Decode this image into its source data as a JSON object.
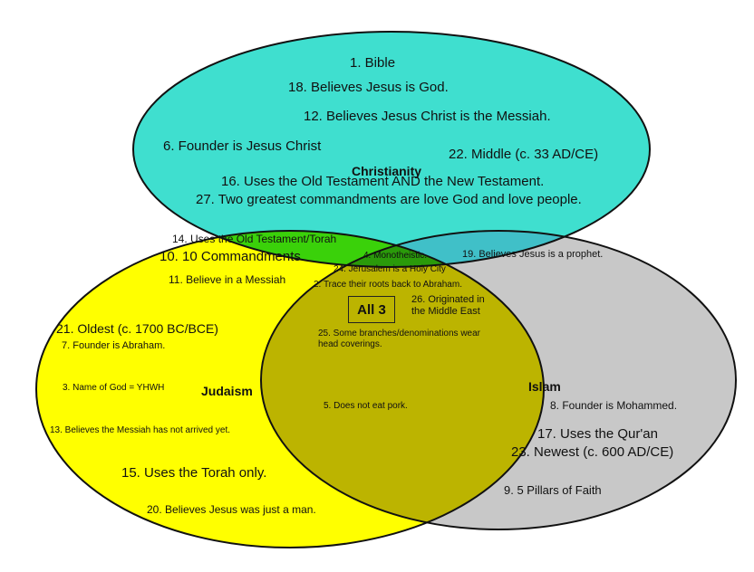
{
  "colors": {
    "christianity": "#3fdfcf",
    "judaism": "#ffff00",
    "islam": "#c8c8c8",
    "christianity_judaism": "#3ad10a",
    "judaism_islam": "#bcb400",
    "christianity_islam": "#40c0c8",
    "all_three": "#2a9a0a",
    "outline": "#111111"
  },
  "circle_titles": {
    "christianity": "Christianity",
    "judaism": "Judaism",
    "islam": "Islam"
  },
  "center_box": "All 3",
  "christianity_only": [
    "1. Bible",
    "18.  Believes Jesus is God.",
    "12.  Believes Jesus Christ is the Messiah.",
    "6. Founder is Jesus Christ",
    "22.  Middle (c. 33 AD/CE)",
    "16.  Uses the Old Testament AND the New Testament.",
    "27.  Two greatest commandments are love God and love people."
  ],
  "christianity_judaism": [
    "14.  Uses the Old Testament/Torah",
    "10.  10 Commandments",
    "11.  Believe in a Messiah"
  ],
  "christianity_islam": [
    "19.  Believes Jesus is a prophet."
  ],
  "all_three": [
    "4.  Monotheistic.",
    "24.  Jerusalem is a Holy City",
    "2.  Trace their roots back to Abraham.",
    "26. Originated in the Middle East",
    "25.  Some branches/denominations wear head coverings."
  ],
  "judaism_only": [
    "21.  Oldest (c. 1700 BC/BCE)",
    "7.  Founder is Abraham.",
    "3.  Name of God = YHWH",
    "13.  Believes the Messiah has not arrived yet.",
    "15.  Uses the Torah only.",
    "20. Believes Jesus was just a man."
  ],
  "judaism_islam": [
    "5.  Does not eat pork."
  ],
  "islam_only": [
    "8.  Founder is Mohammed.",
    "17.  Uses the Qur'an",
    "23. Newest (c. 600 AD/CE)",
    "9.  5 Pillars of Faith"
  ]
}
